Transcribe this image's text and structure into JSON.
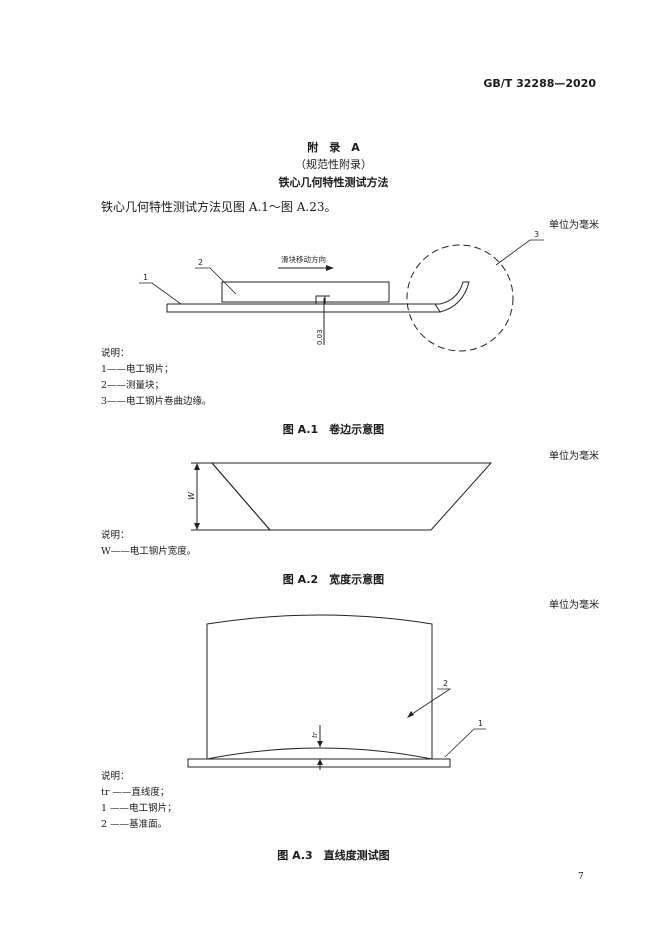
{
  "header": {
    "standard_number": "GB/T 32288—2020"
  },
  "appendix": {
    "title": "附　录　A",
    "type": "（规范性附录）",
    "heading": "铁心几何特性测试方法"
  },
  "intro_text": "铁心几何特性测试方法见图 A.1～图 A.23。",
  "figures": [
    {
      "unit_note": "单位为毫米",
      "labels": {
        "n1": "1",
        "n2": "2",
        "n3": "3",
        "direction": "滑块移动方向",
        "dim": "0.03"
      },
      "legend_title": "说明：",
      "legend": [
        "1——电工钢片；",
        "2——测量块；",
        "3——电工钢片卷曲边缘。"
      ],
      "caption": "图 A.1　卷边示意图"
    },
    {
      "unit_note": "单位为毫米",
      "labels": {
        "w": "W"
      },
      "legend_title": "说明：",
      "legend": [
        "W——电工钢片宽度。"
      ],
      "caption": "图 A.2　宽度示意图"
    },
    {
      "unit_note": "单位为毫米",
      "labels": {
        "n1": "1",
        "n2": "2",
        "tr": "tr"
      },
      "legend_title": "说明：",
      "legend": [
        "tr ——直线度；",
        "1 ——电工钢片；",
        "2 ——基准面。"
      ],
      "caption": "图 A.3　直线度测试图"
    }
  ],
  "page_number": "7"
}
